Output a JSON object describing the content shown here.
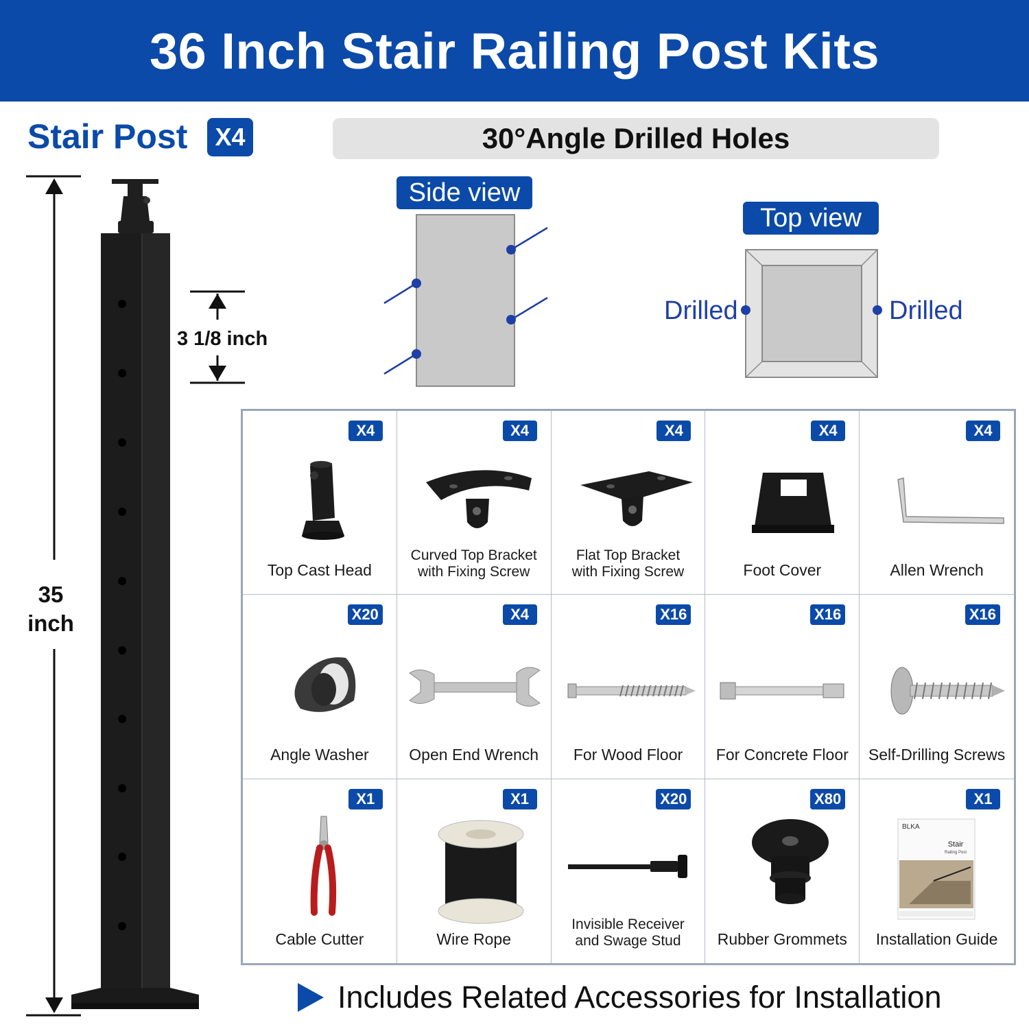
{
  "title": "36 Inch Stair Railing Post Kits",
  "post": {
    "title": "Stair Post",
    "qty": "X4"
  },
  "angle_banner": "30°Angle Drilled Holes",
  "side_view": {
    "label": "Side view"
  },
  "top_view": {
    "label": "Top view",
    "left_label": "Drilled",
    "right_label": "Drilled"
  },
  "dimensions": {
    "hole_spacing": "3 1/8 inch",
    "height_value": "35",
    "height_unit": "inch"
  },
  "parts": [
    {
      "qty": "X4",
      "label": "Top Cast Head",
      "icon": "cast-head-icon"
    },
    {
      "qty": "X4",
      "label": "Curved Top Bracket\nwith Fixing Screw",
      "icon": "curved-bracket-icon"
    },
    {
      "qty": "X4",
      "label": "Flat Top Bracket\nwith Fixing Screw",
      "icon": "flat-bracket-icon"
    },
    {
      "qty": "X4",
      "label": "Foot Cover",
      "icon": "foot-cover-icon"
    },
    {
      "qty": "X4",
      "label": "Allen Wrench",
      "icon": "allen-wrench-icon"
    },
    {
      "qty": "X20",
      "label": "Angle Washer",
      "icon": "angle-washer-icon"
    },
    {
      "qty": "X4",
      "label": "Open End Wrench",
      "icon": "open-end-wrench-icon"
    },
    {
      "qty": "X16",
      "label": "For Wood Floor",
      "icon": "lag-screw-icon"
    },
    {
      "qty": "X16",
      "label": "For Concrete Floor",
      "icon": "anchor-bolt-icon"
    },
    {
      "qty": "X16",
      "label": "Self-Drilling Screws",
      "icon": "self-drilling-screw-icon"
    },
    {
      "qty": "X1",
      "label": "Cable Cutter",
      "icon": "cable-cutter-icon"
    },
    {
      "qty": "X1",
      "label": "Wire Rope",
      "icon": "wire-rope-icon"
    },
    {
      "qty": "X20",
      "label": "Invisible Receiver\nand Swage Stud",
      "icon": "swage-stud-icon"
    },
    {
      "qty": "X80",
      "label": "Rubber Grommets",
      "icon": "grommet-icon"
    },
    {
      "qty": "X1",
      "label": "Installation Guide",
      "icon": "guide-booklet-icon"
    }
  ],
  "guide_cover": {
    "brand": "BLKA",
    "title": "Stair",
    "subtitle": "Railing Post"
  },
  "footer": "Includes Related Accessories for Installation",
  "colors": {
    "brand_blue": "#0b4aa8",
    "post_black": "#1f1f1f",
    "panel_gray": "#e3e3e3"
  }
}
